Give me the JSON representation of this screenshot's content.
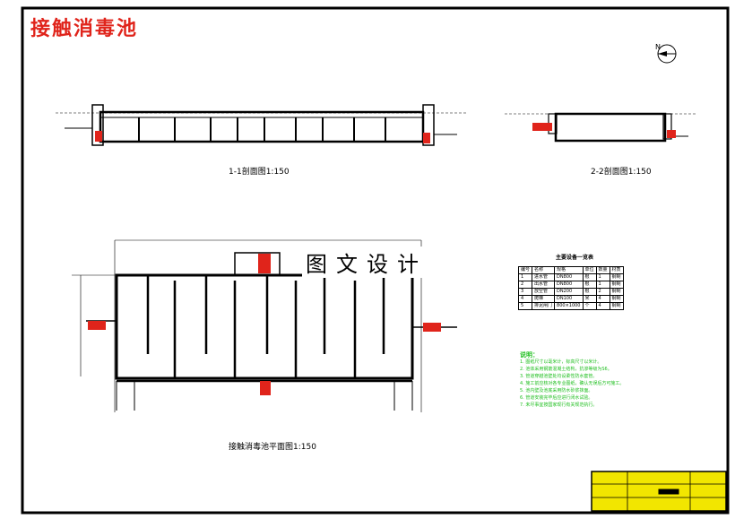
{
  "drawing_title": "接触消毒池",
  "watermark": "图文设计",
  "north_label": "N",
  "captions": {
    "section_1": "1-1剖面图1:150",
    "section_2": "2-2剖面图1:150",
    "plan": "接触消毒池平面图1:150"
  },
  "material_table": {
    "title": "主要设备一览表",
    "headers": [
      "编号",
      "名称",
      "规格",
      "单位",
      "数量",
      "材质"
    ],
    "rows": [
      [
        "1",
        "进水管",
        "DN800",
        "根",
        "1",
        "钢制"
      ],
      [
        "2",
        "出水管",
        "DN800",
        "根",
        "1",
        "钢制"
      ],
      [
        "3",
        "放空管",
        "DN200",
        "根",
        "2",
        "钢制"
      ],
      [
        "4",
        "爬梯",
        "DN100",
        "米",
        "4",
        "钢制"
      ],
      [
        "5",
        "排泥闸门",
        "800×1000",
        "个",
        "4",
        "钢制"
      ]
    ]
  },
  "notes": {
    "title": "说明：",
    "lines": [
      "1. 图纸尺寸以毫米计，标高尺寸以米计。",
      "2. 池体采用钢筋混凝土结构，抗渗等级为S6。",
      "3. 管道穿越池壁处均设柔性防水套管。",
      "4. 施工前应核对各专业图纸，确认无误后方可施工。",
      "5. 池内壁及池底采用防水砂浆抹面。",
      "6. 管道安装完毕后应进行闭水试验。",
      "7. 未尽事宜按国家现行有关规范执行。"
    ]
  },
  "colors": {
    "accent": "#e0241b",
    "notes": "#1fbf1f",
    "titleblock": "#f2e600",
    "line": "#000000"
  }
}
